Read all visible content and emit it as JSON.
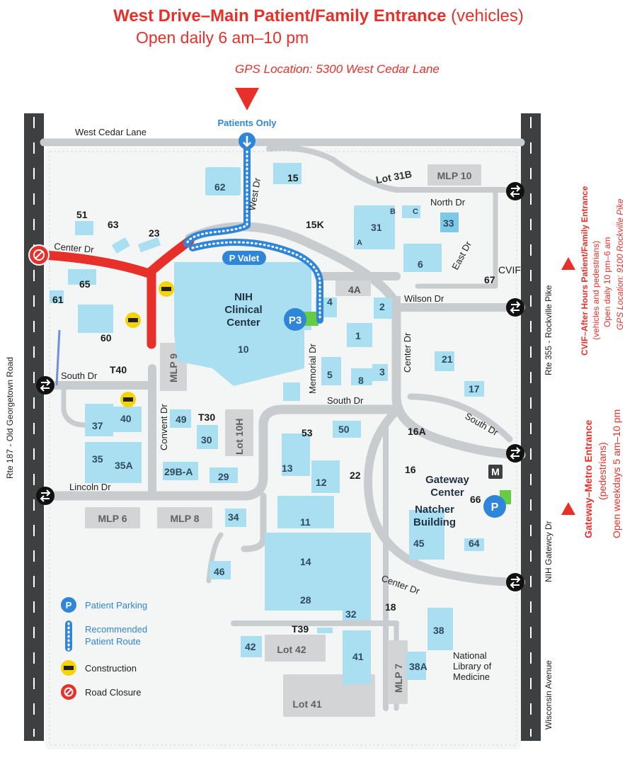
{
  "header": {
    "title_bold": "West Drive–Main Patient/Family Entrance",
    "title_suffix": "(vehicles)",
    "hours": "Open daily 6 am–10 pm",
    "gps": "GPS Location: 5300 West Cedar Lane",
    "patients_only": "Patients Only"
  },
  "colors": {
    "red": "#e8302a",
    "road": "#c9ccce",
    "highway": "#3d3f41",
    "building": "#a9dff0",
    "building_dark": "#9fd8ec",
    "route_blue": "#2f86d9",
    "lot_gray": "#d2d4d5",
    "construction_yellow": "#f5d400"
  },
  "streets": {
    "west_cedar": "West Cedar Lane",
    "west_dr": "West Dr",
    "center_dr_w": "Center Dr",
    "center_dr_e": "Center Dr",
    "center_dr_s": "Center Dr",
    "south_dr_w": "South Dr",
    "south_dr_c": "South Dr",
    "south_dr_e": "South Dr",
    "lincoln": "Lincoln Dr",
    "convent": "Convent Dr",
    "memorial": "Memorial Dr",
    "wilson": "Wilson Dr",
    "north": "North Dr",
    "east": "East Dr",
    "old_georgetown": "Rte 187 - Old Georgetown Road",
    "rockville": "Rte 355 - Rockville Pike",
    "gateway_dr": "NIH Gatewcy Dr",
    "wisconsin": "Wisconsin Avenue"
  },
  "buildings": {
    "b1": "1",
    "b2": "2",
    "b3": "3",
    "b4": "4",
    "b4a": "4A",
    "b5": "5",
    "b6": "6",
    "b8": "8",
    "b10": "10",
    "b11": "11",
    "b12": "12",
    "b13": "13",
    "b14": "14",
    "b15": "15",
    "b15k": "15K",
    "b16": "16",
    "b16a": "16A",
    "b17": "17",
    "b18": "18",
    "b21": "21",
    "b22": "22",
    "b23": "23",
    "b28": "28",
    "b29": "29",
    "b29ba": "29B-A",
    "b30": "30",
    "b31": "31",
    "b31a": "A",
    "b31b": "B",
    "b31c": "C",
    "b32": "32",
    "b33": "33",
    "b34": "34",
    "b35": "35",
    "b35a": "35A",
    "b37": "37",
    "b38": "38",
    "b38a": "38A",
    "b40": "40",
    "b41": "41",
    "b42": "42",
    "b45": "45",
    "b46": "46",
    "b49": "49",
    "b50": "50",
    "b51": "51",
    "b53": "53",
    "b60": "60",
    "b61": "61",
    "b62": "62",
    "b63": "63",
    "b64": "64",
    "b65": "65",
    "b66": "66",
    "b67": "67",
    "t30": "T30",
    "t39": "T39",
    "t40": "T40",
    "cvif": "CVIF",
    "clinical1": "NIH",
    "clinical2": "Clinical",
    "clinical3": "Center",
    "gateway1": "Gateway",
    "gateway2": "Center",
    "natcher1": "Natcher",
    "natcher2": "Building",
    "nlm1": "National",
    "nlm2": "Library of",
    "nlm3": "Medicine"
  },
  "lots": {
    "lot31b": "Lot 31B",
    "mlp10": "MLP 10",
    "mlp9": "MLP 9",
    "lot10h": "Lot 10H",
    "mlp6": "MLP 6",
    "mlp8": "MLP 8",
    "lot42": "Lot 42",
    "lot41": "Lot 41",
    "mlp7": "MLP 7"
  },
  "markers": {
    "valet": "P Valet",
    "p3": "P3",
    "p": "P",
    "metro": "M"
  },
  "legend": {
    "parking": "Patient Parking",
    "route1": "Recommended",
    "route2": "Patient Route",
    "construction": "Construction",
    "closure": "Road Closure"
  },
  "right_notes": {
    "cvif_title": "CVIF–After Hours Patient/Family Entrance",
    "cvif_sub1": "(vehicles and pedestrians)",
    "cvif_sub2": "Open daily 10 pm–6 am",
    "cvif_gps": "GPS Location: 9100 Rockville Pike",
    "metro_title": "Gateway–Metro Entrance",
    "metro_sub1": "(pedestrians)",
    "metro_sub2": "Open weekdays 5 am–10 pm"
  }
}
